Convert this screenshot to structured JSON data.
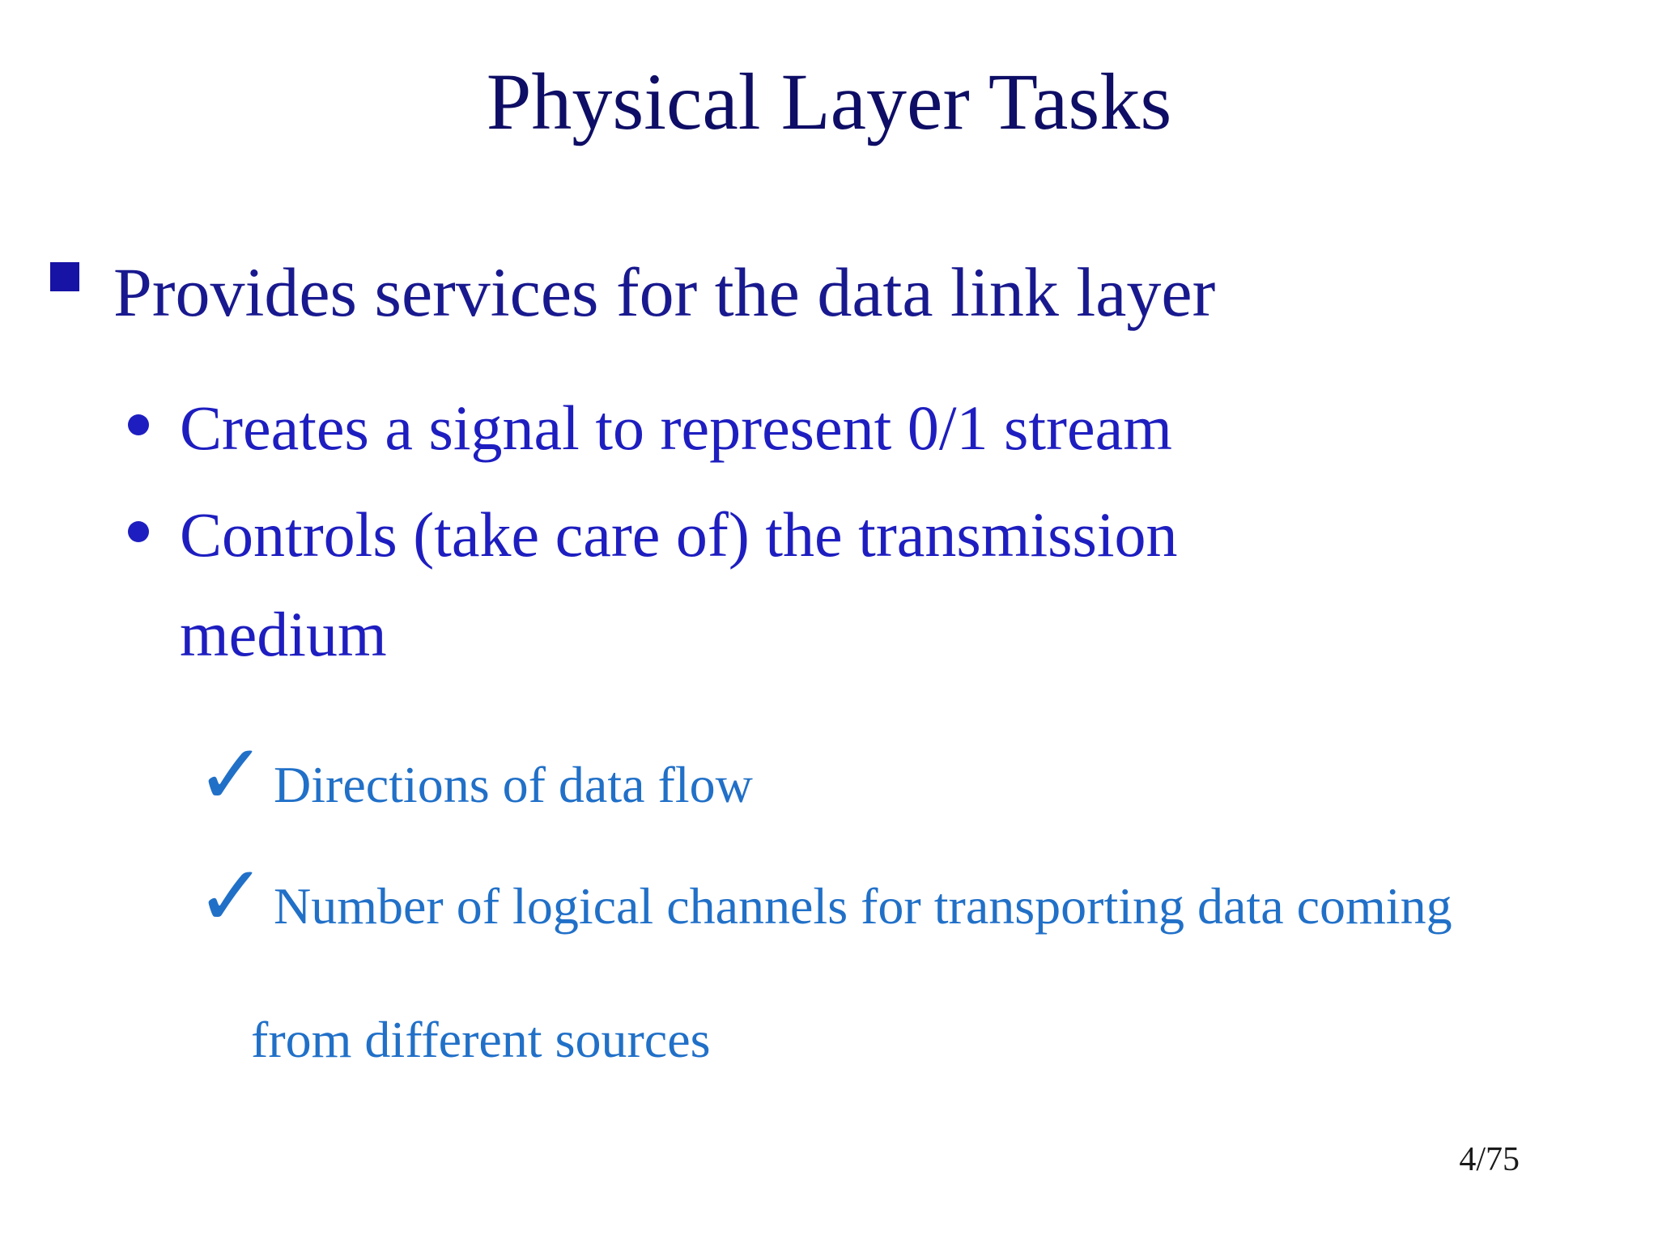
{
  "slide": {
    "title": "Physical Layer Tasks",
    "bullets": [
      {
        "level": 1,
        "marker": "square",
        "text": "Provides services for the data link layer"
      },
      {
        "level": 2,
        "marker": "dot",
        "text": "Creates a signal to represent 0/1 stream"
      },
      {
        "level": 2,
        "marker": "dot",
        "line1": "Controls (take care of) the transmission",
        "line2": "medium"
      },
      {
        "level": 3,
        "marker": "check",
        "text": "Directions of data flow"
      },
      {
        "level": 3,
        "marker": "check",
        "line1": "Number of logical channels for transporting data coming",
        "line2": "from different sources"
      }
    ],
    "icons": {
      "checkmark": "✓"
    },
    "page_number": "4/75",
    "colors": {
      "background": "#ffffff",
      "title": "#0e0e66",
      "level1_text": "#19198f",
      "level1_square": "#1713a5",
      "level2_text": "#1e1ec0",
      "level3_text": "#2170c8",
      "page_number": "#1a1a1a"
    }
  }
}
